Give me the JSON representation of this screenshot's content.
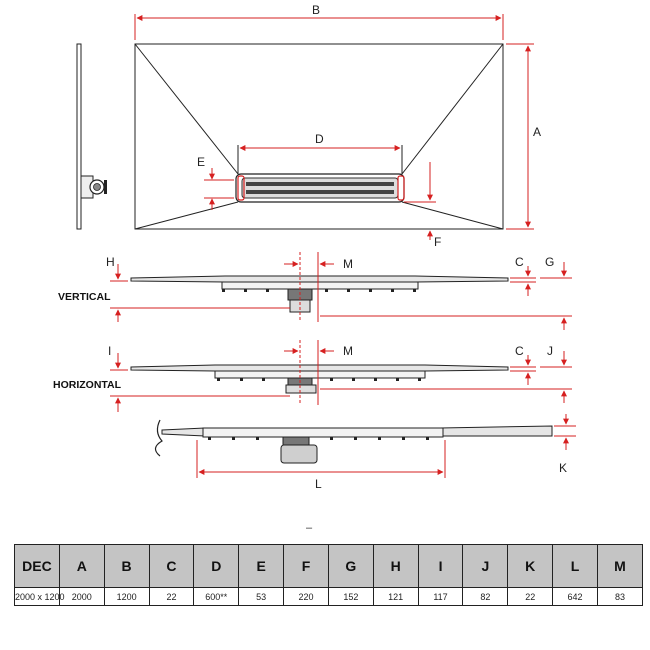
{
  "dimension_labels": {
    "A": "A",
    "B": "B",
    "C": "C",
    "D": "D",
    "E": "E",
    "F": "F",
    "G": "G",
    "H": "H",
    "I": "I",
    "J": "J",
    "K": "K",
    "L": "L",
    "M": "M"
  },
  "side_labels": {
    "vertical": "VERTICAL",
    "horizontal": "HORIZONTAL"
  },
  "table_separator": "–",
  "table": {
    "headers": [
      "DEC",
      "A",
      "B",
      "C",
      "D",
      "E",
      "F",
      "G",
      "H",
      "I",
      "J",
      "K",
      "L",
      "M"
    ],
    "rows": [
      [
        "2000 x 1200",
        "2000",
        "1200",
        "22",
        "600**",
        "53",
        "220",
        "152",
        "121",
        "117",
        "82",
        "22",
        "642",
        "83"
      ]
    ]
  },
  "colors": {
    "dimension_lines": "#d62020",
    "outline": "#222222",
    "header_fill": "#c4c4c4"
  }
}
